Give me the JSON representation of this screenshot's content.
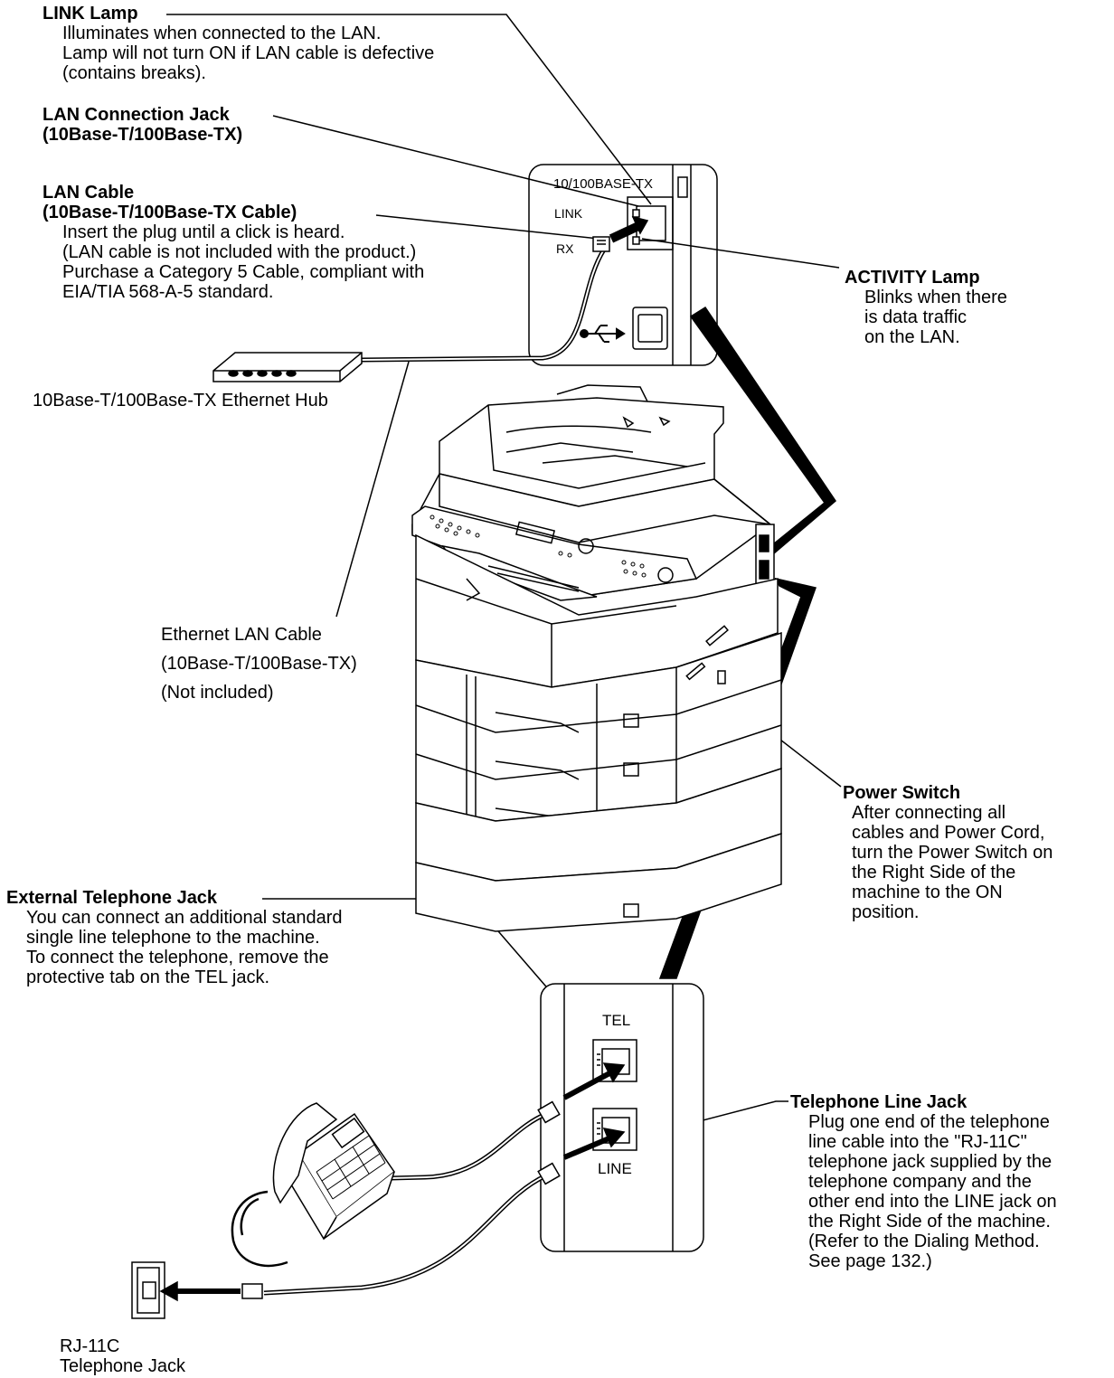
{
  "callouts": {
    "link_lamp": {
      "title": "LINK Lamp",
      "lines": [
        "Illuminates when connected to the LAN.",
        "Lamp will not turn ON if LAN cable is defective",
        "(contains breaks)."
      ]
    },
    "lan_jack": {
      "title_lines": [
        "LAN Connection Jack",
        "(10Base-T/100Base-TX)"
      ]
    },
    "lan_cable": {
      "title_lines": [
        "LAN Cable",
        "(10Base-T/100Base-TX Cable)"
      ],
      "lines": [
        "Insert the plug until a click is heard.",
        "(LAN cable is not included with the product.)",
        "Purchase a Category 5 Cable, compliant with",
        "EIA/TIA 568-A-5 standard."
      ]
    },
    "activity_lamp": {
      "title": "ACTIVITY Lamp",
      "lines": [
        "Blinks when there",
        "is data traffic",
        "on the LAN."
      ]
    },
    "hub": {
      "label": "10Base-T/100Base-TX Ethernet Hub"
    },
    "ethernet_cable": {
      "lines": [
        "Ethernet LAN Cable",
        "(10Base-T/100Base-TX)",
        "(Not included)"
      ]
    },
    "power_switch": {
      "title": "Power Switch",
      "lines": [
        "After connecting all",
        "cables and Power Cord,",
        "turn the Power Switch on",
        "the Right Side of the",
        "machine to the ON",
        "position."
      ]
    },
    "ext_tel_jack": {
      "title": "External Telephone Jack",
      "lines": [
        "You can connect an additional standard",
        "single line telephone to the machine.",
        "To connect the telephone, remove the",
        "protective tab on the TEL jack."
      ]
    },
    "tel_line_jack": {
      "title": "Telephone Line Jack",
      "lines": [
        "Plug one end of the telephone",
        "line cable into the \"RJ-11C\"",
        "telephone jack supplied by the",
        "telephone company and the",
        "other end into the LINE jack on",
        "the Right Side of the machine.",
        "(Refer to the Dialing Method.",
        "See page 132.)"
      ]
    },
    "rj11c": {
      "lines": [
        "RJ-11C",
        "Telephone Jack"
      ]
    }
  },
  "panel_labels": {
    "lan_port": "10/100BASE-TX",
    "link": "LINK",
    "rx": "RX",
    "tel": "TEL",
    "line": "LINE"
  },
  "icons": [
    "usb-icon"
  ]
}
